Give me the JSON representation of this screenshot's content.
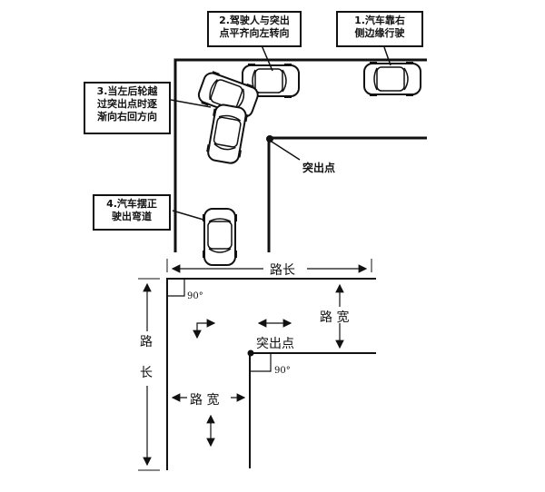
{
  "top_diagram": {
    "callouts": [
      {
        "id": "step1",
        "text": "1.汽车靠右\n侧边缘行驶"
      },
      {
        "id": "step2",
        "text": "2.驾驶人与突出\n点平齐向左转向"
      },
      {
        "id": "step3",
        "text": "3.当左后轮越\n过突出点时逐\n渐向右回方向"
      },
      {
        "id": "step4",
        "text": "4.汽车摆正\n驶出弯道"
      }
    ],
    "corner_label": "突出点"
  },
  "bottom_diagram": {
    "road_length_top": "路长",
    "road_length_left": [
      "路",
      "长"
    ],
    "road_width_right": "路 宽",
    "road_width_bottom": "路 宽",
    "corner_label": "突出点",
    "angle_top": "90°",
    "angle_bottom": "90°"
  }
}
